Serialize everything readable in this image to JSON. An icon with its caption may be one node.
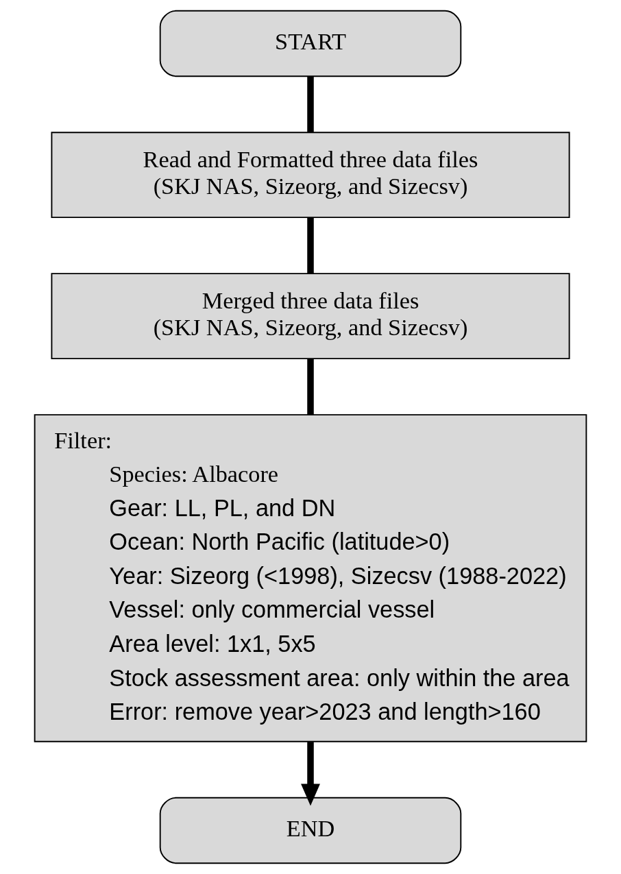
{
  "diagram": {
    "nodes": [
      {
        "text": [
          "START"
        ]
      },
      {
        "text": [
          "Read and Formatted three data files (SKJ NAS, Sizeorg, and Sizecsv)"
        ]
      },
      {
        "text": [
          "Merged three data files (SKJ NAS, Sizeorg, and Sizecsv)"
        ]
      },
      {
        "text": [
          "Filter:",
          "Species: Albacore",
          "Gear: LL, PL, and DN",
          "Ocean: North Pacific (latitude>0)",
          "Year: Sizeorg (<1998), Sizecsv (1988-2022)",
          "Vessel: only commercial vessel",
          "Area level: 1x1, 5x5",
          "Stock assessment area: only within the area",
          "Error: remove year>2023 and length>160"
        ]
      },
      {
        "text": [
          "END"
        ]
      }
    ],
    "edges": [
      {
        "from": 0,
        "to": 1,
        "arrow": "none"
      },
      {
        "from": 1,
        "to": 2,
        "arrow": "none"
      },
      {
        "from": 2,
        "to": 3,
        "arrow": "none"
      },
      {
        "from": 3,
        "to": 4,
        "arrow": "to"
      }
    ]
  }
}
